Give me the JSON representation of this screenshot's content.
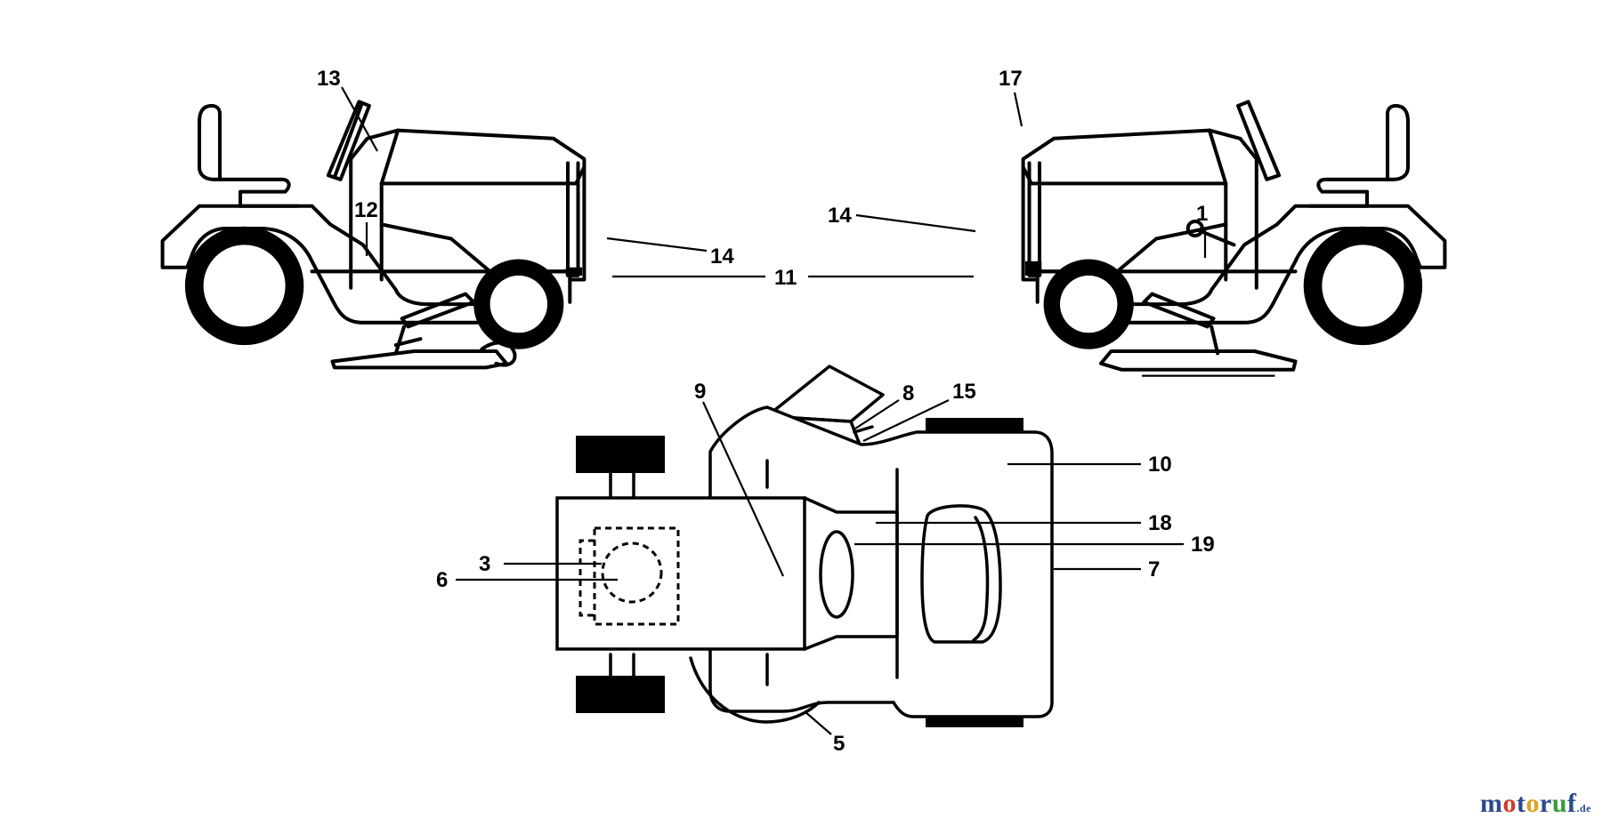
{
  "callouts": [
    {
      "id": "13",
      "label": "13"
    },
    {
      "id": "12",
      "label": "12"
    },
    {
      "id": "14-left",
      "label": "14"
    },
    {
      "id": "11",
      "label": "11"
    },
    {
      "id": "17",
      "label": "17"
    },
    {
      "id": "14-right",
      "label": "14"
    },
    {
      "id": "1",
      "label": "1"
    },
    {
      "id": "9",
      "label": "9"
    },
    {
      "id": "8",
      "label": "8"
    },
    {
      "id": "15",
      "label": "15"
    },
    {
      "id": "10",
      "label": "10"
    },
    {
      "id": "18",
      "label": "18"
    },
    {
      "id": "19",
      "label": "19"
    },
    {
      "id": "7",
      "label": "7"
    },
    {
      "id": "3",
      "label": "3"
    },
    {
      "id": "6",
      "label": "6"
    },
    {
      "id": "5",
      "label": "5"
    }
  ],
  "watermark": {
    "letters": [
      {
        "ch": "m",
        "color": "#2a4a8c"
      },
      {
        "ch": "o",
        "color": "#d43a2a"
      },
      {
        "ch": "t",
        "color": "#2a4a8c"
      },
      {
        "ch": "o",
        "color": "#e0a020"
      },
      {
        "ch": "r",
        "color": "#2a4a8c"
      },
      {
        "ch": "u",
        "color": "#3a9a3a"
      },
      {
        "ch": "f",
        "color": "#2a4a8c"
      }
    ],
    "suffix": ".de",
    "suffix_color": "#2a4a8c"
  }
}
